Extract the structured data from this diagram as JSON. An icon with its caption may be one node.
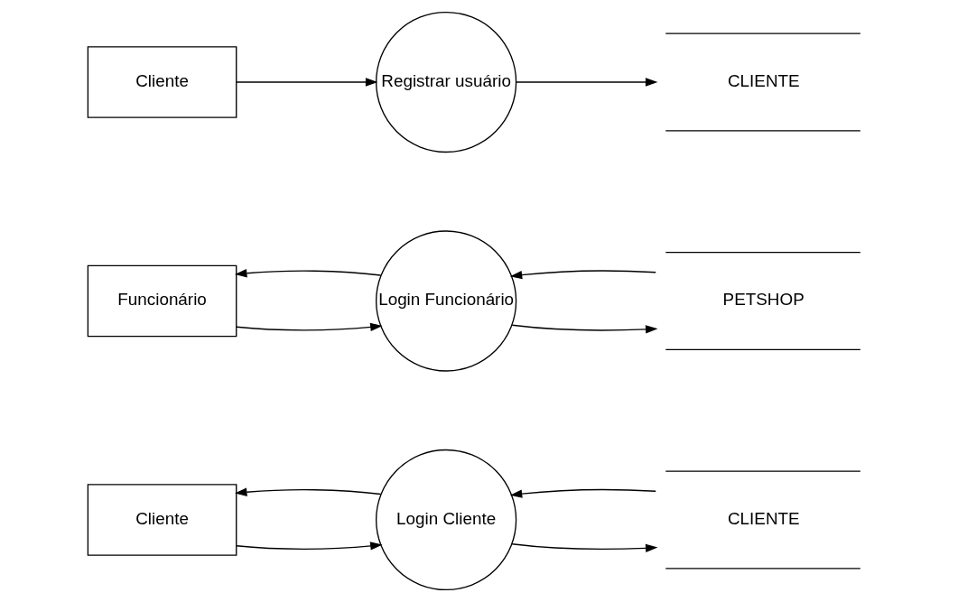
{
  "diagram": {
    "nodes": [
      {
        "text": [
          "Cliente"
        ]
      },
      {
        "text": [
          "Login Cliente"
        ]
      },
      {
        "text": [
          "CLIENTE"
        ]
      },
      {
        "text": [
          "Funcionário"
        ]
      },
      {
        "text": [
          "Login Funcionário"
        ]
      },
      {
        "text": [
          "PETSHOP"
        ]
      },
      {
        "text": [
          "Cliente"
        ]
      },
      {
        "text": [
          "Registrar usuário"
        ]
      },
      {
        "text": [
          "CLIENTE"
        ]
      }
    ],
    "edges": [
      {
        "from": 0,
        "to": 1,
        "arrow": "to"
      },
      {
        "from": 1,
        "to": 0,
        "arrow": "to"
      },
      {
        "from": 1,
        "to": 2,
        "arrow": "to"
      },
      {
        "from": 2,
        "to": 1,
        "arrow": "to"
      },
      {
        "from": 3,
        "to": 4,
        "arrow": "to"
      },
      {
        "from": 4,
        "to": 3,
        "arrow": "to"
      },
      {
        "from": 4,
        "to": 5,
        "arrow": "to"
      },
      {
        "from": 5,
        "to": 4,
        "arrow": "to"
      },
      {
        "from": 6,
        "to": 7,
        "arrow": "to"
      },
      {
        "from": 7,
        "to": 8,
        "arrow": "to"
      }
    ]
  }
}
